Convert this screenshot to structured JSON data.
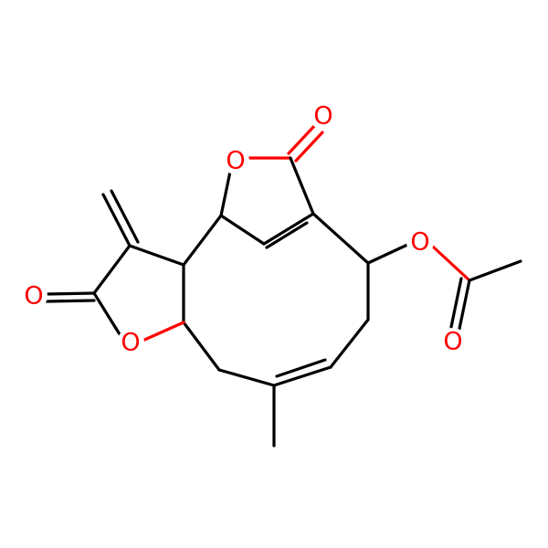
{
  "molecule": {
    "colors": {
      "carbon": "#000000",
      "oxygen": "#ff0000",
      "background": "#ffffff"
    },
    "atom_labels": {
      "o_ketone_top": "O",
      "o_ring_top": "O",
      "o_ester": "O",
      "o_acetyl_carbonyl": "O",
      "o_lactone_carbonyl": "O",
      "o_ring_left": "O"
    }
  }
}
